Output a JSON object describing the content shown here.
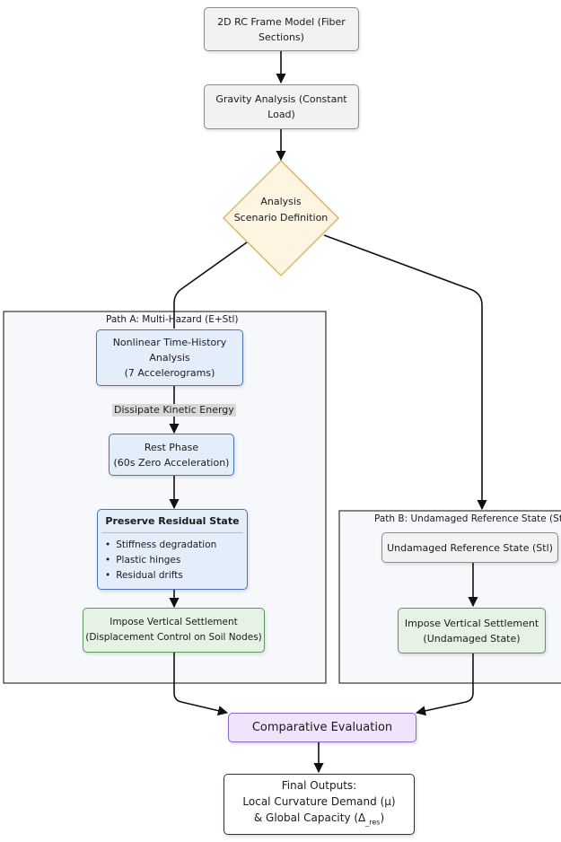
{
  "nodes": {
    "frame_model": [
      "2D RC Frame Model (Fiber",
      "Sections)"
    ],
    "gravity": [
      "Gravity Analysis (Constant",
      "Load)"
    ],
    "scenario": [
      "Analysis",
      "Scenario Definition"
    ],
    "nth": [
      "Nonlinear Time-History",
      "Analysis",
      "(7 Accelerograms)"
    ],
    "rest": [
      "Rest Phase",
      "(60s Zero Acceleration)"
    ],
    "residual": {
      "title": "Preserve Residual State",
      "items": [
        "Stiffness degradation",
        "Plastic hinges",
        "Residual drifts"
      ]
    },
    "settle_a": [
      "Impose Vertical Settlement",
      "(Displacement Control on Soil Nodes)"
    ],
    "undamaged_ref": [
      "Undamaged Reference State (Stl)"
    ],
    "settle_b": [
      "Impose Vertical Settlement",
      "(Undamaged State)"
    ],
    "comparative": [
      "Comparative Evaluation"
    ],
    "final": {
      "line1": "Final Outputs:",
      "line2": "Local Curvature Demand (μ)",
      "line3_pre": "& Global Capacity (Δ",
      "line3_sub": "_res",
      "line3_post": ")"
    }
  },
  "clusters": {
    "path_a": "Path A: Multi-Hazard (E+Stl)",
    "path_b": "Path B: Undamaged Reference State (Stl)"
  },
  "edge_labels": {
    "dissipate": "Dissipate Kinetic Energy"
  },
  "colors": {
    "gray_fill": "#f2f2f2",
    "blue_fill": "#e4eefb",
    "green_fill": "#e6f2e4",
    "purple_fill": "#efe4fb",
    "diamond_fill": "#fdf4e1",
    "cluster_fill": "#f7f8fb"
  }
}
